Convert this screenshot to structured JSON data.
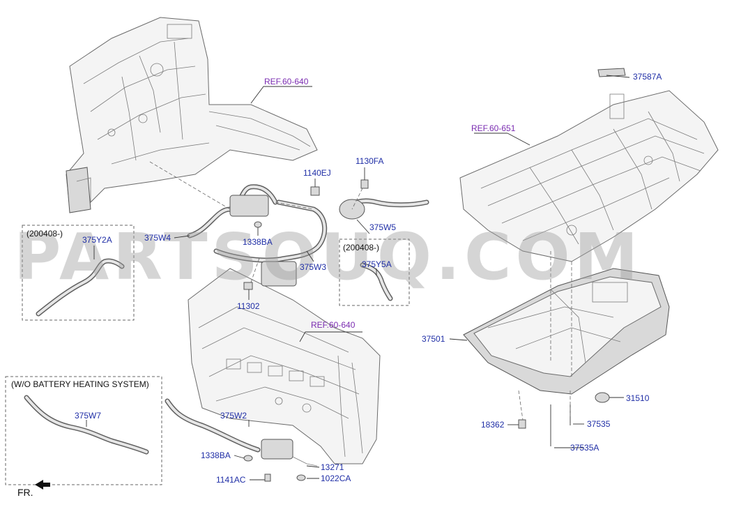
{
  "references": {
    "ref_top": "REF.60-640",
    "ref_floor": "REF.60-651",
    "ref_dash": "REF.60-640"
  },
  "parts": {
    "p37587A": "37587A",
    "p1140EJ": "1140EJ",
    "p1130FA": "1130FA",
    "p375W4": "375W4",
    "p1338BA_top": "1338BA",
    "p375W5": "375W5",
    "p375W3": "375W3",
    "p375Y2A": "375Y2A",
    "p375Y5A": "375Y5A",
    "p11302": "11302",
    "p37501": "37501",
    "p375W7": "375W7",
    "p375W2": "375W2",
    "p31510": "31510",
    "p18362": "18362",
    "p37535": "37535",
    "p37535A": "37535A",
    "p1338BA_bottom": "1338BA",
    "p13271": "13271",
    "p1141AC": "1141AC",
    "p1022CA": "1022CA"
  },
  "variants": {
    "left_date": "(200408-)",
    "right_date": "(200408-)",
    "wo_battery": "(W/O BATTERY HEATING SYSTEM)"
  },
  "orientation": {
    "front_label": "FR."
  },
  "watermark": "PARTSOUQ.COM",
  "colors": {
    "part_label": "#1f2ea6",
    "reference_label": "#7a2bb0",
    "watermark": "#9a9a9a"
  }
}
